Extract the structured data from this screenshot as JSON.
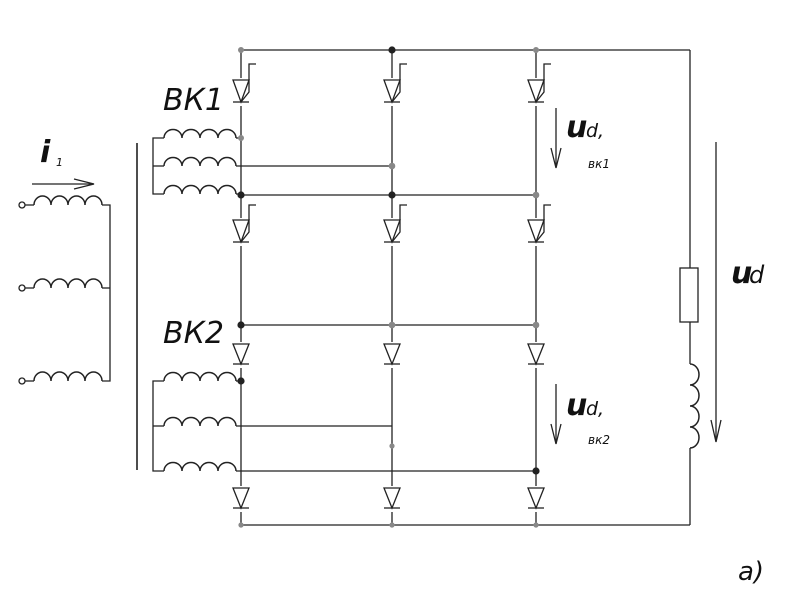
{
  "labels": {
    "group1": "ВК1",
    "group2": "ВК2",
    "primary_current": "i",
    "primary_current_sub": "1",
    "ud_group1_main": "u",
    "ud_group1_sub": "d,",
    "ud_group1_index": "вк1",
    "ud_group2_main": "u",
    "ud_group2_sub": "d,",
    "ud_group2_index": "вк2",
    "ud_total_main": "u",
    "ud_total_sub": "d",
    "figure_tag": "а)"
  }
}
